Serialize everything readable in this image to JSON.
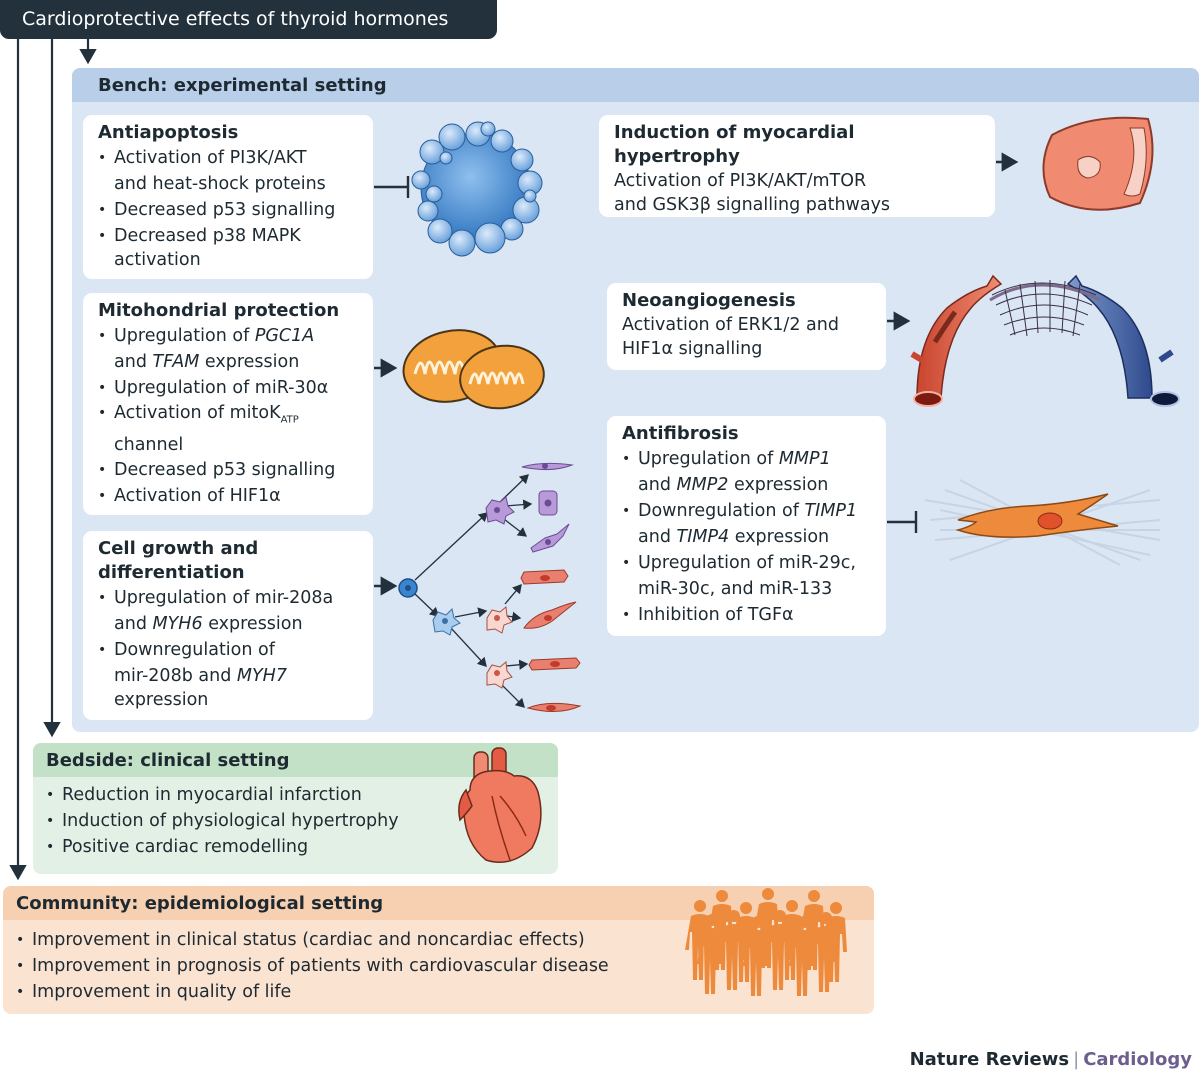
{
  "title": "Cardioprotective effects of thyroid hormones",
  "bench": {
    "heading": "Bench: experimental setting",
    "antiapoptosis": {
      "title": "Antiapoptosis",
      "items": [
        "Activation of PI3K/AKT",
        "and heat-shock proteins",
        "Decreased p53 signalling",
        "Decreased p38 MAPK",
        "activation"
      ]
    },
    "mito": {
      "title": "Mitohondrial protection",
      "items": [
        "Upregulation of",
        "PGC1A",
        "and",
        "TFAM",
        "expression",
        "Upregulation of miR-30α",
        "Activation of mitoK",
        "ATP",
        "channel",
        "Decreased p53 signalling",
        "Activation of HIF1α"
      ]
    },
    "growth": {
      "title_line1": "Cell growth and",
      "title_line2": "differentiation",
      "items": [
        "Upregulation of mir-208a",
        "and",
        "MYH6",
        "expression",
        "Downregulation of",
        "mir-208b and",
        "MYH7",
        "expression"
      ]
    },
    "hypertrophy": {
      "title": "Induction of myocardial hypertrophy",
      "line1": "Activation of PI3K/AKT/mTOR",
      "line2": "and GSK3β signalling pathways"
    },
    "neoangio": {
      "title": "Neoangiogenesis",
      "line1": "Activation of  ERK1/2 and",
      "line2": "HIF1α signalling"
    },
    "antifibrosis": {
      "title": "Antifibrosis",
      "items": [
        "Upregulation of",
        "MMP1",
        "and",
        "MMP2",
        "expression",
        "Downregulation of",
        "TIMP1",
        "and",
        "TIMP4",
        "expression",
        "Upregulation of miR-29c,",
        "miR-30c, and miR-133",
        "Inhibition of TGFα"
      ]
    }
  },
  "bedside": {
    "heading": "Bedside: clinical setting",
    "items": [
      "Reduction in myocardial infarction",
      "Induction of physiological hypertrophy",
      "Positive cardiac remodelling"
    ]
  },
  "community": {
    "heading": "Community: epidemiological setting",
    "items": [
      "Improvement in clinical status (cardiac and noncardiac effects)",
      "Improvement in prognosis of patients with cardiovascular disease",
      "Improvement in quality of life"
    ]
  },
  "footer": {
    "journal": "Nature Reviews",
    "separator": "|",
    "section": "Cardiology"
  },
  "colors": {
    "title_bg": "#22313b",
    "bench_bg": "#dae6f4",
    "bench_head": "#b9cfe9",
    "bedside_bg": "#e3f0e5",
    "bedside_head": "#c3e1c6",
    "community_bg": "#fbe3d2",
    "community_head": "#f7cfb1",
    "cell_blue": "#4a8fd0",
    "mito_orange": "#f3a13c",
    "heart_red": "#e9604a",
    "people_orange": "#ee8a3b"
  },
  "icons": [
    "apoptotic-cell-icon",
    "mitochondria-icon",
    "stem-cell-tree-icon",
    "hypertrophic-heart-section-icon",
    "blood-vessel-network-icon",
    "fibroblast-icon",
    "heart-icon",
    "people-group-icon"
  ]
}
